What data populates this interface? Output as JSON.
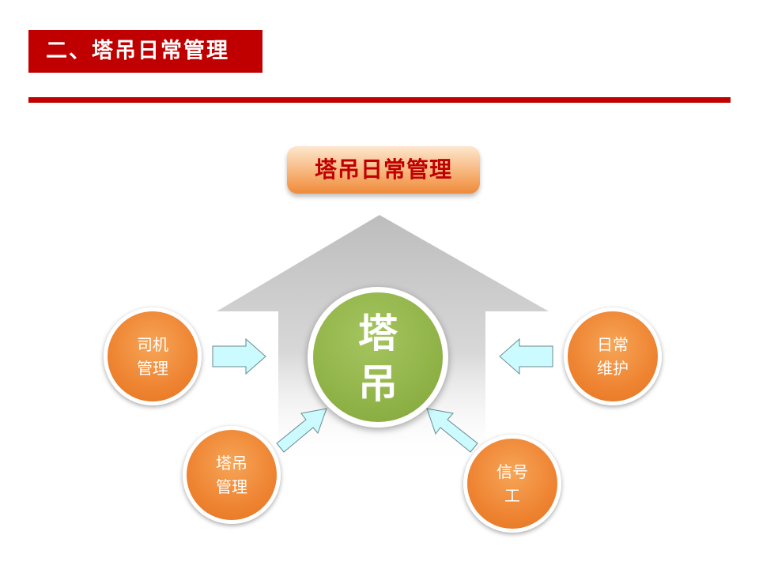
{
  "header": {
    "title": "二、塔吊日常管理"
  },
  "diagram": {
    "banner": "塔吊日常管理",
    "core": {
      "line1": "塔",
      "line2": "吊"
    },
    "nodes": [
      {
        "id": "driver",
        "line1": "司机",
        "line2": "管理"
      },
      {
        "id": "crane",
        "line1": "塔吊",
        "line2": "管理"
      },
      {
        "id": "maintenance",
        "line1": "日常",
        "line2": "维护"
      },
      {
        "id": "signal",
        "line1": "信号",
        "line2": "工"
      }
    ]
  },
  "colors": {
    "accent_red": "#c00000",
    "node_orange": "#ee8432",
    "core_green": "#92b54a",
    "arrow_fill": "#ccfbff"
  },
  "icons": [
    "house-arrow-shape",
    "right-arrow",
    "left-arrow",
    "up-right-arrow",
    "up-left-arrow"
  ]
}
